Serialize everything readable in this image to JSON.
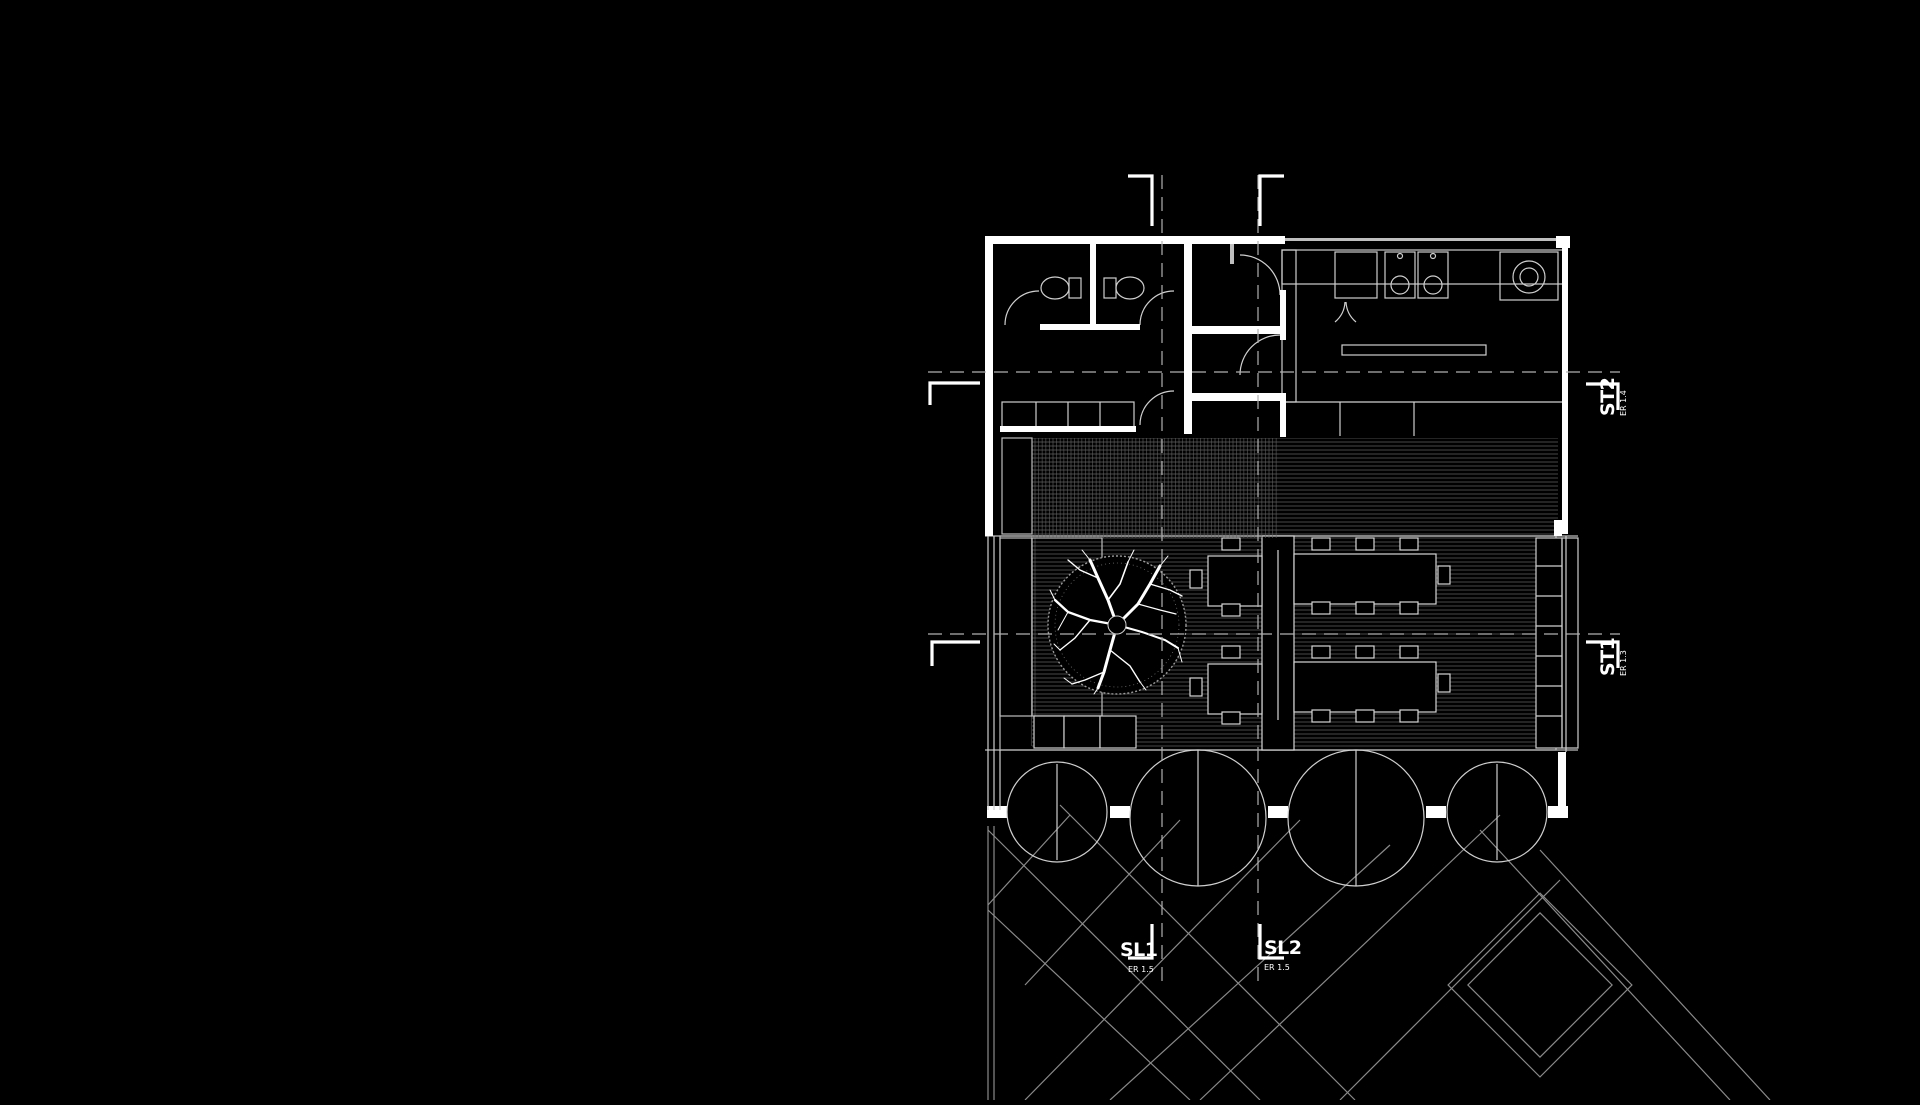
{
  "colors": {
    "background": "#000000",
    "wall": "#ffffff",
    "line": "#ffffff",
    "hatch": "#6b6b6b"
  },
  "section_markers": {
    "sl1": {
      "label": "SL1",
      "ref": "ER 1.5"
    },
    "sl2": {
      "label": "SL2",
      "ref": "ER 1.5"
    },
    "st1": {
      "label": "ST1",
      "ref": "ER 1.3"
    },
    "st2": {
      "label": "ST2",
      "ref": "ER 1.4"
    }
  }
}
